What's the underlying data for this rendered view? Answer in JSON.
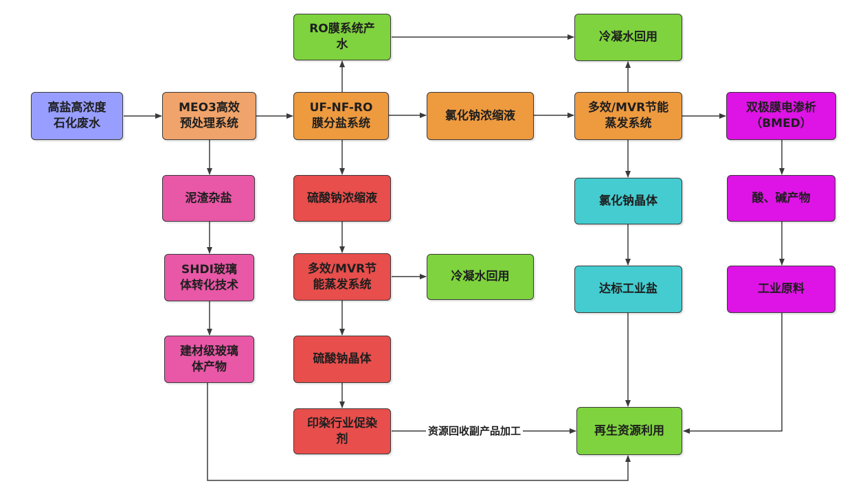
{
  "nodes": {
    "wastewater": "高盐高浓度\n石化废水",
    "meo3": "MEO3高效\n预处理系统",
    "uf_nf_ro": "UF-NF-RO\n膜分盐系统",
    "nacl_concentrate": "氯化钠浓缩液",
    "evap_main": "多效/MVR节能\n蒸发系统",
    "bmed": "双极膜电渗析\n（BMED）",
    "ro_water": "RO膜系统产\n水",
    "condensate_top": "冷凝水回用",
    "sludge_salt": "泥渣杂盐",
    "na2so4_concentrate": "硫酸钠浓缩液",
    "nacl_crystal": "氯化钠晶体",
    "acid_base": "酸、碱产物",
    "shdi": "SHDI玻璃\n体转化技术",
    "evap_sulfate": "多效/MVR节\n能蒸发系统",
    "condensate_mid": "冷凝水回用",
    "industrial_salt": "达标工业盐",
    "raw_material": "工业原料",
    "glass_product": "建材级玻璃\n体产物",
    "na2so4_crystal": "硫酸钠晶体",
    "dye_agent": "印染行业促染\n剂",
    "recycle": "再生资源利用"
  },
  "edge_labels": {
    "byproduct": "资源回收副产品加工"
  },
  "colors": {
    "blue": "#979eff",
    "orange": "#f0a36a",
    "green": "#7ed33e",
    "pink": "#e957a7",
    "red": "#e84e4c",
    "teal": "#44ccd0",
    "magenta": "#de13e5"
  }
}
